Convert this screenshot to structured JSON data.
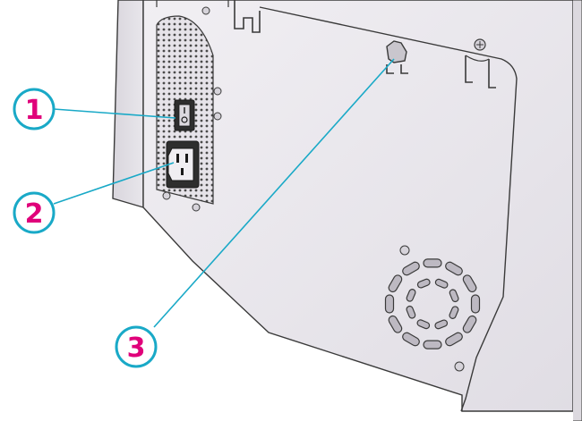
{
  "callouts": [
    {
      "id": 1,
      "label": "1"
    },
    {
      "id": 2,
      "label": "2"
    },
    {
      "id": 3,
      "label": "3"
    }
  ],
  "colors": {
    "callout_ring": "#19a9c7",
    "callout_number": "#e0007a",
    "leader_line": "#19a9c7",
    "panel_fill": "#ebe9ed",
    "panel_shadow": "#cfccd3",
    "outline": "#3a3a3a"
  },
  "icons": {
    "power_switch": "power-switch-icon",
    "power_inlet": "power-inlet-icon",
    "latch": "latch-icon",
    "fan": "fan-vent-icon",
    "screw": "screw-icon"
  }
}
